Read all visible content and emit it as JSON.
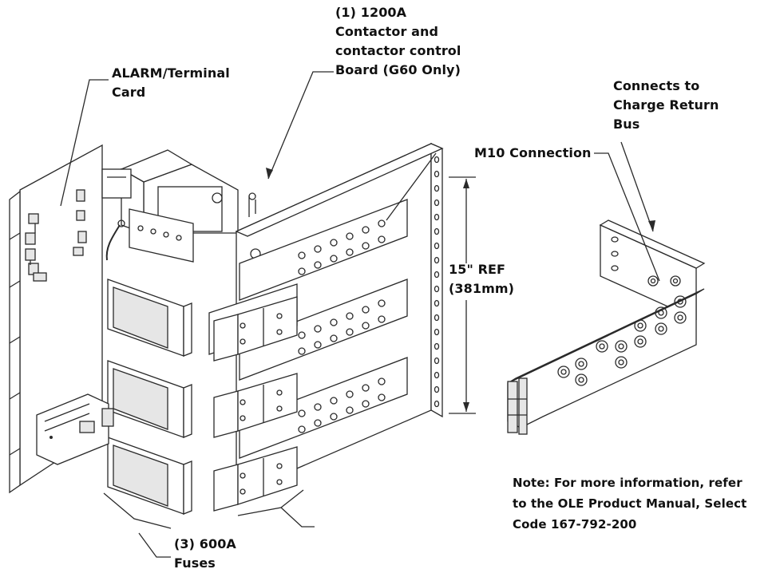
{
  "labels": {
    "contactor": [
      "(1) 1200A",
      "Contactor and",
      "contactor control",
      "Board (G60 Only)"
    ],
    "alarm": [
      "ALARM/Terminal",
      "Card"
    ],
    "connects": [
      "Connects to",
      "Charge Return",
      "Bus"
    ],
    "m10": "M10 Connection",
    "ref": [
      "15\" REF",
      "(381mm)"
    ],
    "fuses": [
      "(3) 600A",
      "Fuses"
    ],
    "note": [
      "Note: For more information, refer",
      "to the OLE Product Manual, Select",
      "Code 167-792-200"
    ]
  }
}
